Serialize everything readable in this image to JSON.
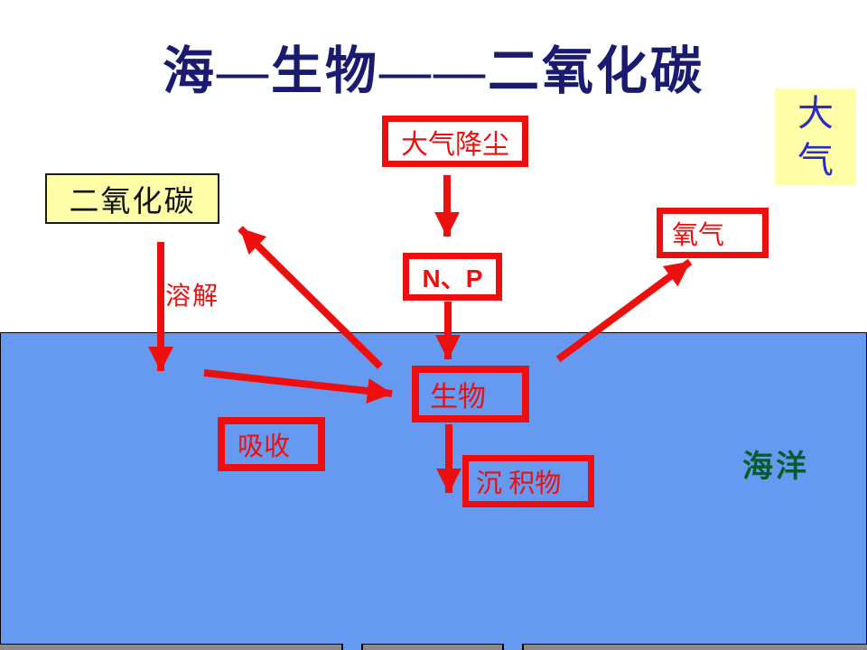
{
  "title": "海—生物——二氧化碳",
  "atmosphere_label": "大气",
  "ocean_label": "海洋",
  "boxes": {
    "atmo_dust": "大气降尘",
    "co2": "二氧化碳",
    "oxygen": "氧气",
    "np": "N、P",
    "biology": "生物",
    "absorb": "吸收",
    "sediment": "沉 积物"
  },
  "flow_labels": {
    "dissolve": "溶解"
  },
  "colors": {
    "accent_red": "#ee0e0e",
    "ocean_blue": "#6699f0",
    "highlight_yellow": "#ffffaa",
    "title_navy": "#1a1a70",
    "ocean_label_green": "#085c2c",
    "atmosphere_text_blue": "#2b2bcc",
    "bottom_bar_gray": "#8a8a8a"
  },
  "connections": [
    {
      "from": "大气降尘",
      "to": "N、P",
      "label": ""
    },
    {
      "from": "N、P",
      "to": "生物",
      "label": ""
    },
    {
      "from": "二氧化碳",
      "to": "海洋",
      "label": "溶解"
    },
    {
      "from": "海洋",
      "to": "生物",
      "label": "吸收"
    },
    {
      "from": "生物",
      "to": "二氧化碳",
      "label": ""
    },
    {
      "from": "生物",
      "to": "氧气",
      "label": ""
    },
    {
      "from": "生物",
      "to": "沉 积物",
      "label": ""
    }
  ]
}
